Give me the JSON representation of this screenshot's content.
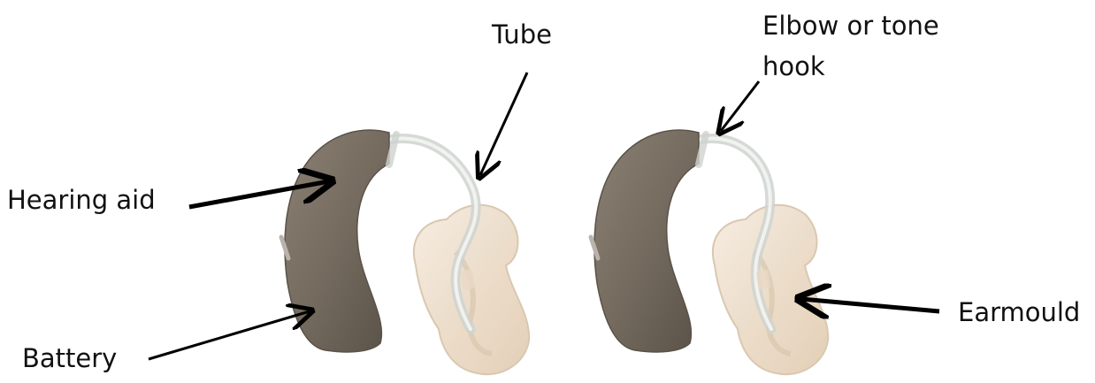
{
  "labels": {
    "tube": "Tube",
    "elbow": "Elbow or tone hook",
    "hearing_aid": "Hearing aid",
    "battery": "Battery",
    "earmould": "Earmould"
  },
  "colors": {
    "device_body": "#7a7064",
    "device_dark": "#5f574d",
    "tube": "#d9dcd8",
    "earmould": "#efe3d2",
    "arrow": "#000000"
  }
}
